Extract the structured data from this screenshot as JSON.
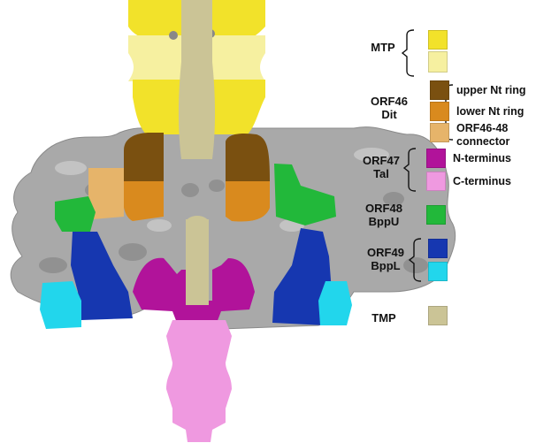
{
  "legend": {
    "groups": [
      {
        "name": "MTP",
        "entries": [
          {
            "label": "",
            "color": "#f2e22a"
          },
          {
            "label": "",
            "color": "#f6f0a0"
          }
        ]
      },
      {
        "name": "ORF46 Dit",
        "entries": [
          {
            "label": "upper Nt ring",
            "color": "#7a5010"
          },
          {
            "label": "lower Nt ring",
            "color": "#d98a1e"
          },
          {
            "label": "ORF46-48 connector",
            "color": "#e6b46a"
          }
        ]
      },
      {
        "name": "ORF47 Tal",
        "entries": [
          {
            "label": "N-terminus",
            "color": "#b1139a"
          },
          {
            "label": "C-terminus",
            "color": "#ef99e0"
          }
        ]
      },
      {
        "name": "ORF48 BppU",
        "entries": [
          {
            "label": "",
            "color": "#22b83a"
          }
        ]
      },
      {
        "name": "ORF49 BppL",
        "entries": [
          {
            "label": "",
            "color": "#1637b0"
          },
          {
            "label": "",
            "color": "#22d6ec"
          }
        ]
      },
      {
        "name": "TMP",
        "entries": [
          {
            "label": "",
            "color": "#cbc496"
          }
        ]
      }
    ]
  },
  "colors": {
    "density": "#a9a9a9",
    "density_dark": "#7e7e7e"
  }
}
